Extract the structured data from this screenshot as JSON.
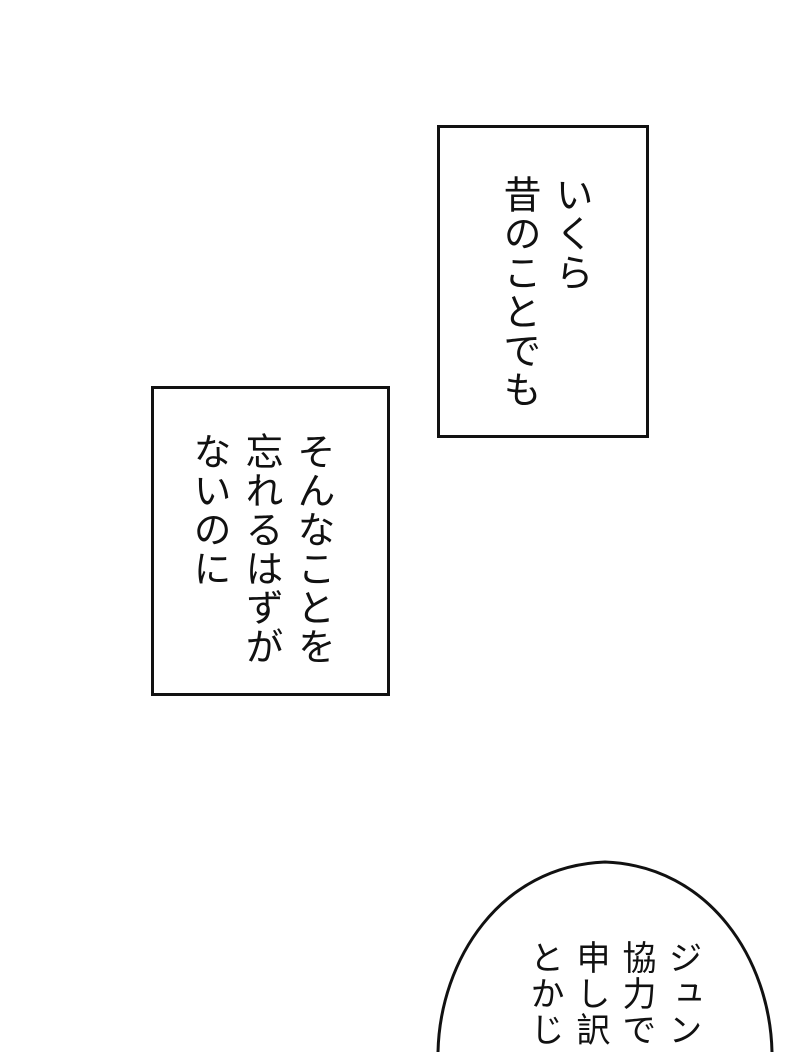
{
  "captions": [
    {
      "text": "いくら\n昔のことでも"
    },
    {
      "text": "そんなことを\n忘れるはずが\nないのに"
    }
  ],
  "bubble": {
    "lines": [
      "ジュン",
      "協力で",
      "申し訳",
      "とかじ"
    ]
  }
}
